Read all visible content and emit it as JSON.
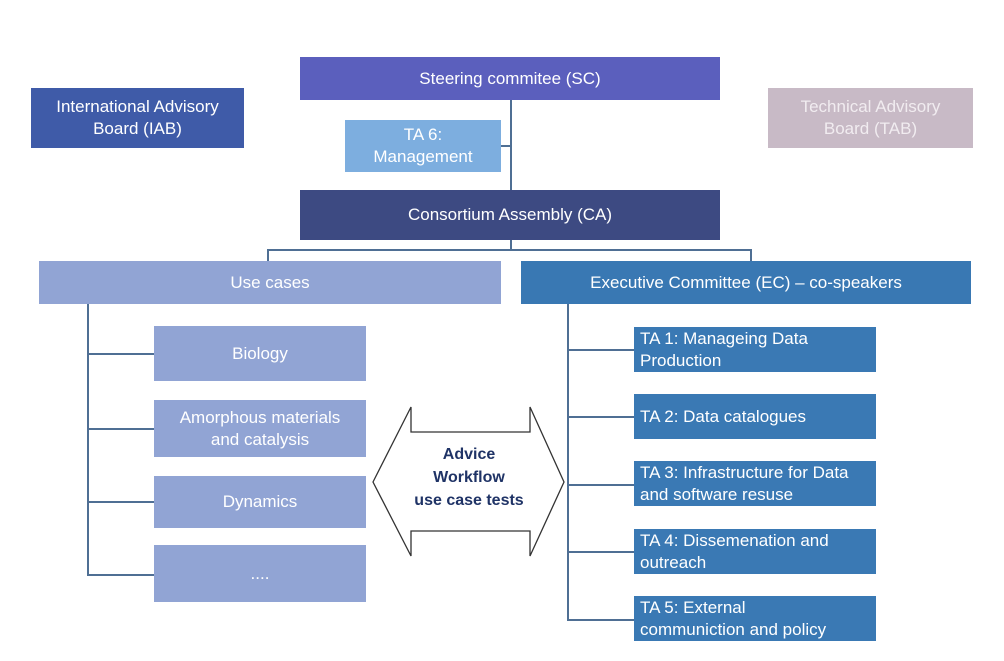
{
  "steering": {
    "label": "Steering commitee (SC)"
  },
  "iab": {
    "line1": "International Advisory",
    "line2": "Board (IAB)"
  },
  "tab": {
    "line1": "Technical Advisory",
    "line2": "Board (TAB)"
  },
  "ta6": {
    "line1": "TA 6:",
    "line2": "Management"
  },
  "consortium": {
    "label": "Consortium Assembly (CA)"
  },
  "use_cases": {
    "header": "Use cases",
    "items": [
      {
        "line1": "Biology",
        "line2": ""
      },
      {
        "line1": "Amorphous materials",
        "line2": "and catalysis"
      },
      {
        "line1": "Dynamics",
        "line2": ""
      },
      {
        "line1": "....",
        "line2": ""
      }
    ]
  },
  "executive": {
    "header": "Executive Committee (EC) – co-speakers",
    "items": [
      {
        "line1": "TA 1: Manageing Data",
        "line2": "Production"
      },
      {
        "line1": "TA 2: Data catalogues",
        "line2": ""
      },
      {
        "line1": "TA 3: Infrastructure for Data",
        "line2": "and software resuse"
      },
      {
        "line1": "TA 4: Dissemenation and",
        "line2": "outreach"
      },
      {
        "line1": "TA 5: External",
        "line2": "communiction and policy"
      }
    ]
  },
  "advice": {
    "line1": "Advice",
    "line2": "Workflow",
    "line3": "use case tests"
  },
  "colors": {
    "steering": "#5b5fbd",
    "iab": "#3f5ba8",
    "tab": "#c8bac6",
    "ta6": "#7daedf",
    "consortium": "#3d4a82",
    "use_cases": "#91a4d4",
    "executive": "#3978b3",
    "advice_text": "#1f3366"
  }
}
